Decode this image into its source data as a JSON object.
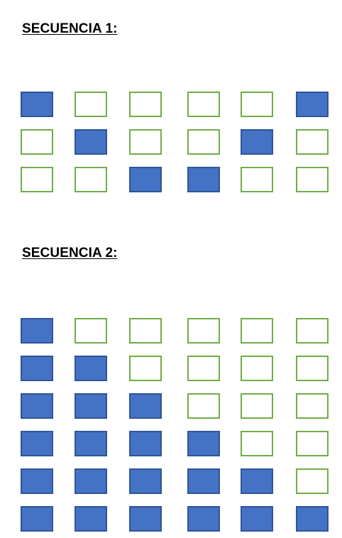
{
  "sequences": [
    {
      "title": "SECUENCIA 1:",
      "grid": [
        [
          1,
          0,
          0,
          0,
          0,
          1
        ],
        [
          0,
          1,
          0,
          0,
          1,
          0
        ],
        [
          0,
          0,
          1,
          1,
          0,
          0
        ]
      ]
    },
    {
      "title": "SECUENCIA 2:",
      "grid": [
        [
          1,
          0,
          0,
          0,
          0,
          0
        ],
        [
          1,
          1,
          0,
          0,
          0,
          0
        ],
        [
          1,
          1,
          1,
          0,
          0,
          0
        ],
        [
          1,
          1,
          1,
          1,
          0,
          0
        ],
        [
          1,
          1,
          1,
          1,
          1,
          0
        ],
        [
          1,
          1,
          1,
          1,
          1,
          1
        ]
      ]
    }
  ],
  "colors": {
    "filled": "#4472c4",
    "filled_border": "#2f5597",
    "empty_border": "#70ad47"
  }
}
